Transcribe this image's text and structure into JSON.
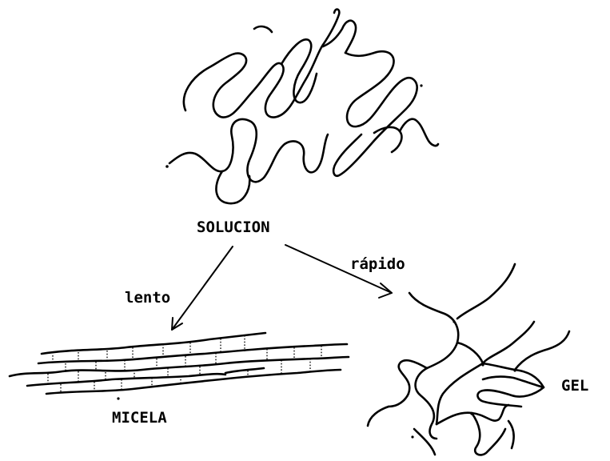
{
  "diagram": {
    "nodes": {
      "solution": {
        "label": "SOLUCION"
      },
      "micelle": {
        "label": "MICELA"
      },
      "gel": {
        "label": "GEL"
      }
    },
    "edges": [
      {
        "from": "solution",
        "to": "micelle",
        "label": "lento"
      },
      {
        "from": "solution",
        "to": "gel",
        "label": "rápido"
      }
    ]
  }
}
